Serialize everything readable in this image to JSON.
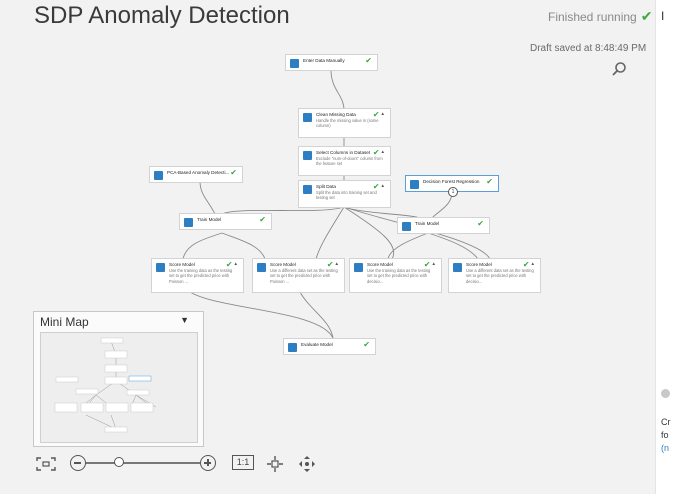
{
  "header": {
    "title": "SDP Anomaly Detection",
    "status": "Finished running",
    "draft_saved": "Draft saved at 8:48:49 PM"
  },
  "nodes": {
    "enter_data": {
      "title": "Enter Data Manually",
      "desc": ""
    },
    "clean_missing": {
      "title": "Clean Missing Data",
      "desc": "Handle the missing value in (some column)"
    },
    "select_columns": {
      "title": "Select Columns in Dataset",
      "desc": "Exclude \"num-of-doors\" column from the feature set"
    },
    "pca": {
      "title": "PCA-Based Anomaly Detecti...",
      "desc": ""
    },
    "split_data": {
      "title": "Split Data",
      "desc": "Split the data into training set and testing set"
    },
    "decision_forest": {
      "title": "Decision Forest Regression",
      "desc": ""
    },
    "train_model_1": {
      "title": "Train Model",
      "desc": ""
    },
    "train_model_2": {
      "title": "Train Model",
      "desc": ""
    },
    "score_model_1": {
      "title": "Score Model",
      "desc": "Use the training data as the testing set to get the predicted price with Poisson ..."
    },
    "score_model_2": {
      "title": "Score Model",
      "desc": "Use a different data set as the testing set to get the predicted price with Poisson ..."
    },
    "score_model_3": {
      "title": "Score Model",
      "desc": "Use the training data as the testing set to get the predicted price with decisio..."
    },
    "score_model_4": {
      "title": "Score Model",
      "desc": "Use a different data set as the testing set to get the predicted price with decisio..."
    },
    "evaluate_model": {
      "title": "Evaluate Model",
      "desc": ""
    }
  },
  "badge": "1",
  "minimap": {
    "title": "Mini Map"
  },
  "toolbar": {
    "actual_size_label": "1:1"
  },
  "right_panel": {
    "top_letter": "I",
    "line1": "Cr",
    "line2": "fo",
    "link": "(n"
  },
  "colors": {
    "accent": "#2e7fc2",
    "success": "#3ea83e",
    "selected_border": "#5aa0d6"
  },
  "icons": [
    "checkmark-icon",
    "search-icon",
    "module-icon",
    "chevron-down-icon",
    "fit-to-screen-icon",
    "zoom-out-icon",
    "zoom-in-icon",
    "center-icon",
    "pan-icon",
    "info-icon"
  ]
}
